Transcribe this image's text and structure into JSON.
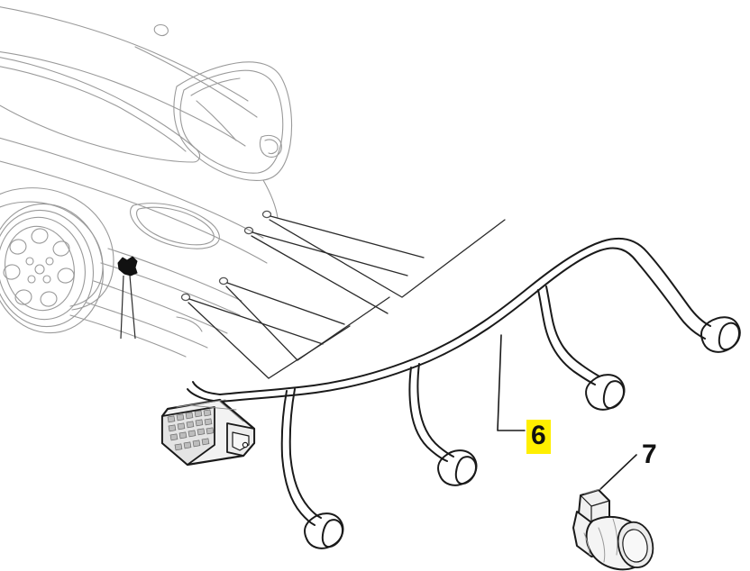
{
  "diagram": {
    "type": "automotive-parts-exploded-diagram",
    "subject": "Rear parking sensor wiring harness and sensor",
    "background_color": "#ffffff",
    "line_color": "#1a1a1a",
    "vehicle_line_color": "#9a9a9a",
    "highlight_color": "#ffef00",
    "callouts": [
      {
        "id": "6",
        "label": "6",
        "component": "rear parking sensor wiring harness",
        "highlighted": true,
        "highlight_color": "#ffef00",
        "leader": "L-shaped leader from harness trunk down and right to label"
      },
      {
        "id": "7",
        "label": "7",
        "component": "parking distance sensor",
        "highlighted": false,
        "leader": "diagonal leader from label down-left to sensor body"
      }
    ],
    "components": {
      "vehicle": {
        "name": "vehicle-rear-quarter-outline",
        "view": "rear three-quarter",
        "features": [
          "rear side window",
          "rear windscreen",
          "roof line",
          "tail lamp",
          "rear bumper",
          "alloy wheel with multi-hole pattern",
          "sensor mounting holes in bumper",
          "black sensor position marker"
        ]
      },
      "harness": {
        "name": "wiring-harness",
        "main_connector": "multi-pin rectangular connector housing",
        "branch_count": 4,
        "branch_terminal": "cylindrical sensor connector plug"
      },
      "sensor": {
        "name": "parking-sensor",
        "shape": "L-shaped body with cylindrical transducer face and connector tab"
      }
    }
  }
}
